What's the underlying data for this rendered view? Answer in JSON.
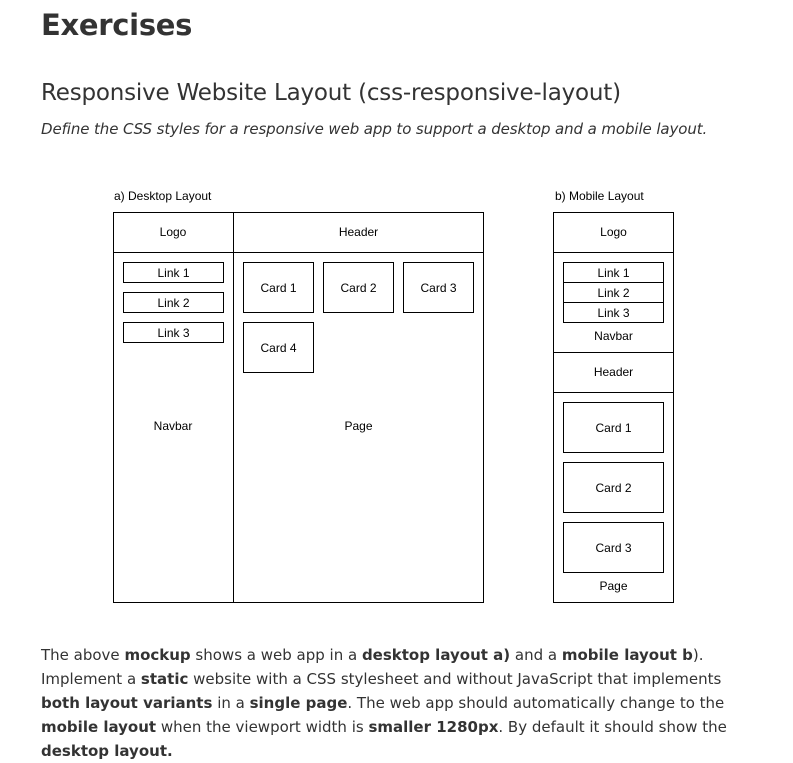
{
  "heading": "Exercises",
  "exercise_title": "Responsive Website Layout (css-responsive-layout)",
  "exercise_subtitle": "Define the CSS styles for a responsive web app to support a desktop and a mobile layout.",
  "desktop": {
    "caption": "a) Desktop Layout",
    "logo": "Logo",
    "header": "Header",
    "links": [
      "Link 1",
      "Link 2",
      "Link 3"
    ],
    "navbar": "Navbar",
    "cards": [
      "Card 1",
      "Card 2",
      "Card 3",
      "Card 4"
    ],
    "page": "Page"
  },
  "mobile": {
    "caption": "b) Mobile Layout",
    "logo": "Logo",
    "links": [
      "Link 1",
      "Link 2",
      "Link 3"
    ],
    "navbar": "Navbar",
    "header": "Header",
    "cards": [
      "Card 1",
      "Card 2",
      "Card 3"
    ],
    "page": "Page"
  },
  "paragraph": {
    "t1": "The above ",
    "b1": "mockup",
    "t2": " shows a web app in a ",
    "b2": "desktop layout a)",
    "t3": " and a ",
    "b3": "mobile layout b",
    "t4": "). Implement a ",
    "b4": "static",
    "t5": " website with a CSS stylesheet and without JavaScript that implements ",
    "b5": "both layout variants",
    "t6": " in a ",
    "b6": "single page",
    "t7": ". The web app should automatically change to the ",
    "b7": "mobile layout",
    "t8": " when the viewport width is ",
    "b8": "smaller 1280px",
    "t9": ". By default it should show the ",
    "b9": "desktop layout.",
    "t10": ""
  }
}
